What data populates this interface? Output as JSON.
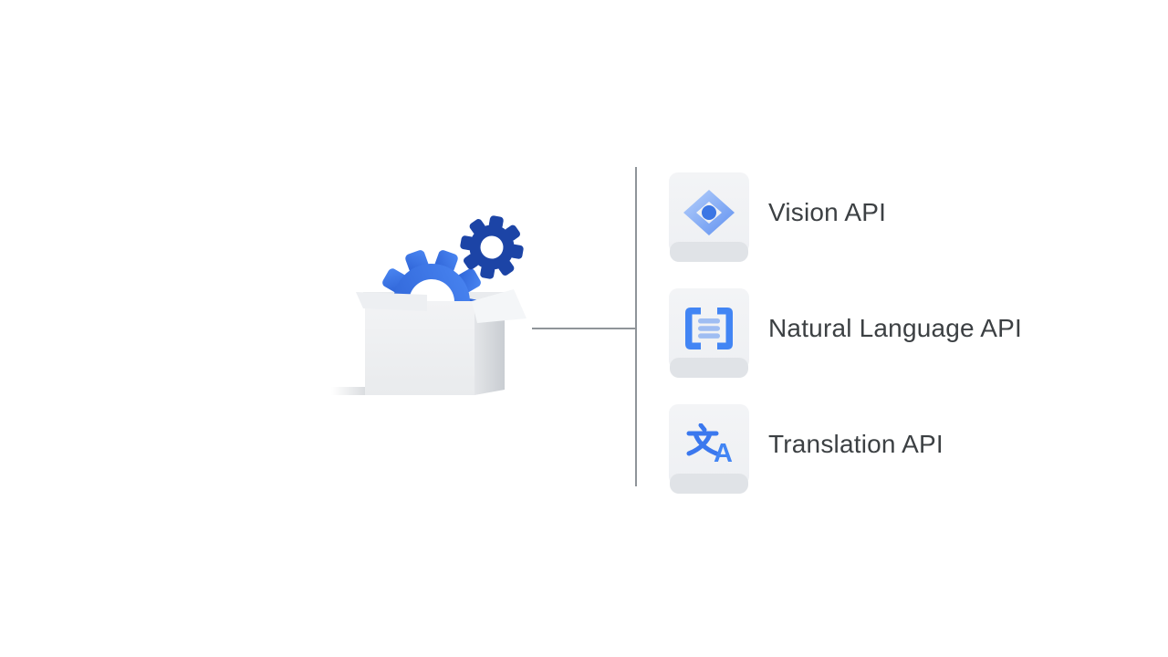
{
  "slide": {
    "background": "#ffffff",
    "connector_color": "#8f9499"
  },
  "illustration": {
    "name": "open-box-with-gears",
    "gear_large_color": "#3b74e8",
    "gear_small_color": "#1c44a6",
    "box_color": "#eceef0"
  },
  "api_list": {
    "items": [
      {
        "label": "Vision API",
        "icon": "vision-icon"
      },
      {
        "label": "Natural Language API",
        "icon": "natural-language-icon"
      },
      {
        "label": "Translation API",
        "icon": "translation-icon"
      }
    ],
    "card_bg": "#f1f3f4",
    "card_lip": "#e0e3e7",
    "accent_blue": "#4285f4",
    "light_blue": "#9fbdf2",
    "label_color": "#3c4043"
  },
  "translation_icon": {
    "glyph_a": "A"
  }
}
